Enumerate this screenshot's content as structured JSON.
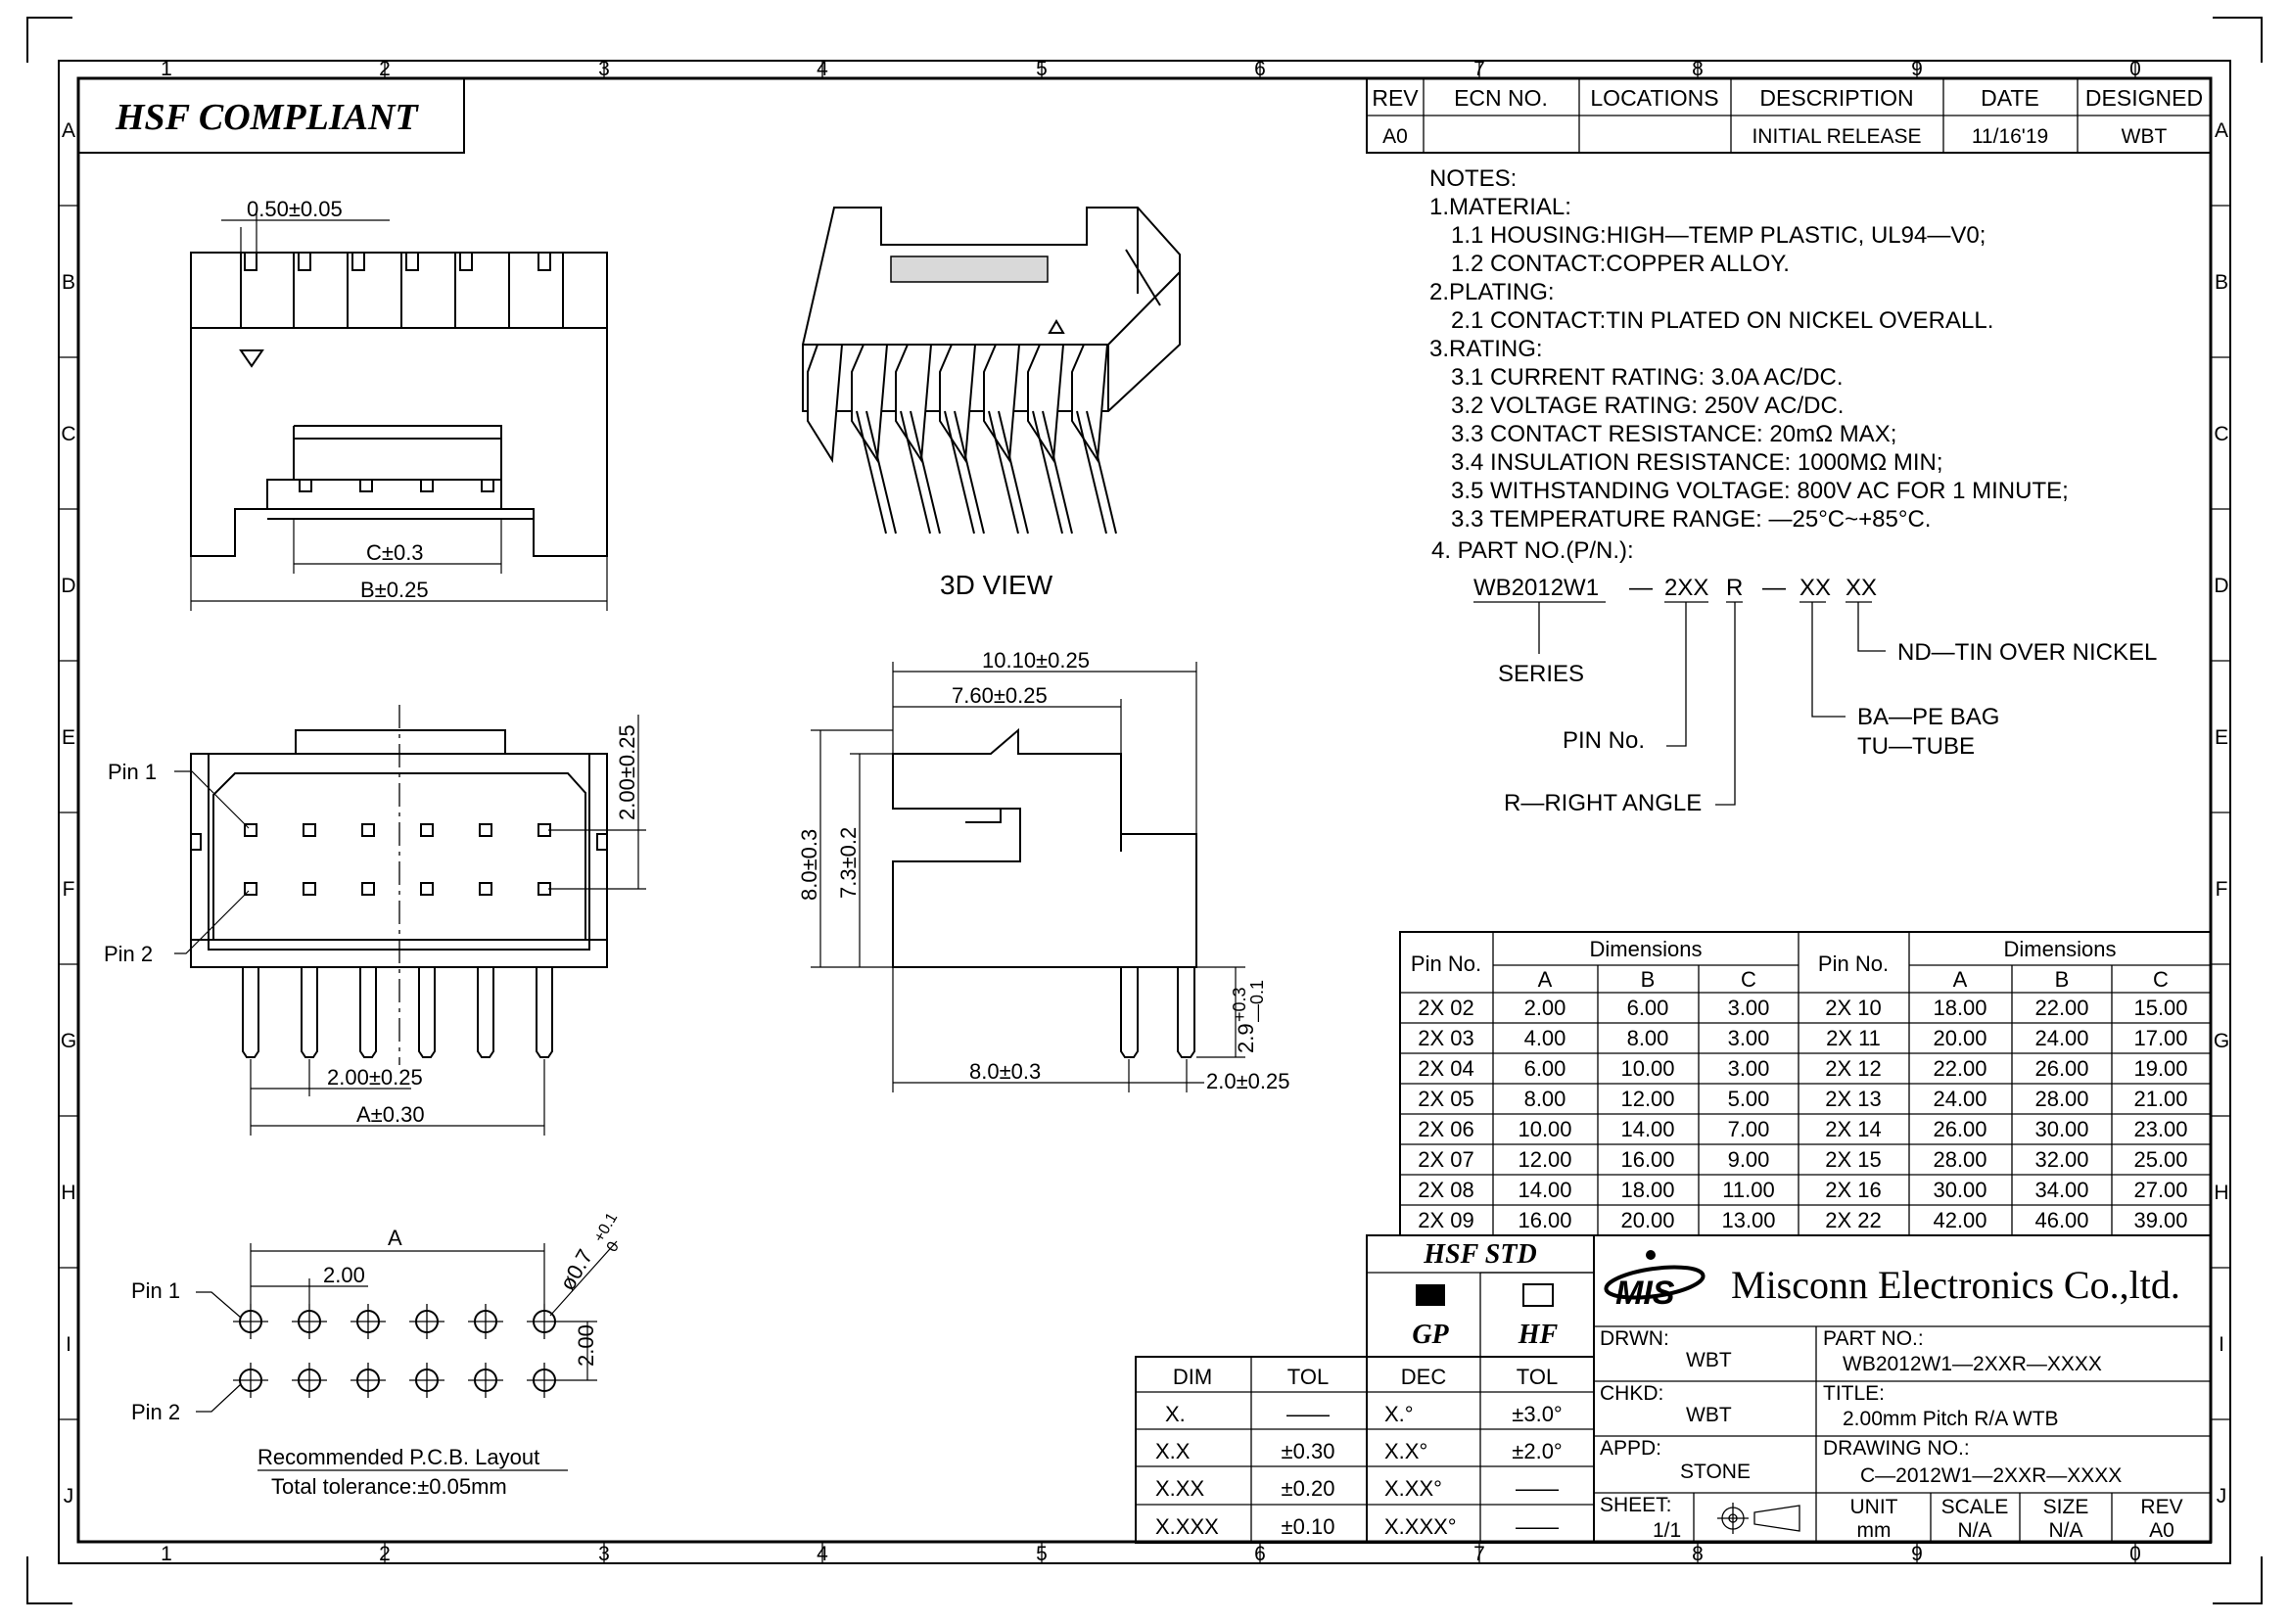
{
  "zone_numbers": [
    "1",
    "2",
    "3",
    "4",
    "5",
    "6",
    "7",
    "8",
    "9",
    "0"
  ],
  "zone_letters": [
    "A",
    "B",
    "C",
    "D",
    "E",
    "F",
    "G",
    "H",
    "I",
    "J"
  ],
  "compliance": "HSF COMPLIANT",
  "revision_table": {
    "headers": [
      "REV",
      "ECN NO.",
      "LOCATIONS",
      "DESCRIPTION",
      "DATE",
      "DESIGNED"
    ],
    "row": [
      "A0",
      "",
      "",
      "INITIAL RELEASE",
      "11/16'19",
      "WBT"
    ]
  },
  "notes": {
    "title": "NOTES:",
    "lines": [
      "1.MATERIAL:",
      "1.1  HOUSING:HIGH—TEMP  PLASTIC,  UL94—V0;",
      "1.2  CONTACT:COPPER  ALLOY.",
      "2.PLATING:",
      "2.1  CONTACT:TIN  PLATED  ON  NICKEL  OVERALL.",
      "3.RATING:",
      "3.1  CURRENT  RATING:  3.0A  AC/DC.",
      "3.2  VOLTAGE  RATING:  250V  AC/DC.",
      "3.3  CONTACT  RESISTANCE:  20mΩ  MAX;",
      "3.4  INSULATION  RESISTANCE:  1000MΩ  MIN;",
      "3.5  WITHSTANDING  VOLTAGE:  800V  AC  FOR  1  MINUTE;",
      "3.3  TEMPERATURE  RANGE:  —25°C~+85°C.",
      "4.  PART  NO.(P/N.):"
    ]
  },
  "part_code": {
    "base": "WB2012W1",
    "dash1": "—",
    "pins": "2XX",
    "angle": "R",
    "dash2": "—",
    "pack": "XX",
    "plating": "XX",
    "series_label": "SERIES",
    "pin_label": "PIN  No.",
    "angle_label": "R—RIGHT  ANGLE",
    "pack_label1": "BA—PE  BAG",
    "pack_label2": "TU—TUBE",
    "plating_label": "ND—TIN  OVER  NICKEL"
  },
  "views": {
    "view3d_label": "3D  VIEW",
    "top_dim_pin": "0.50±0.05",
    "dim_c": "C±0.3",
    "dim_b": "B±0.25",
    "pin1": "Pin  1",
    "pin2": "Pin  2",
    "dim_200_v": "2.00±0.25",
    "dim_200_h": "2.00±0.25",
    "dim_a": "A±0.30",
    "side_w1": "10.10±0.25",
    "side_w2": "7.60±0.25",
    "side_h1": "8.0±0.3",
    "side_h2": "7.3±0.2",
    "side_tail": "2.9",
    "side_tail_tol_hi": "+0.3",
    "side_tail_tol_lo": "—0.1",
    "side_bottom": "8.0±0.3",
    "side_pitch": "2.0±0.25",
    "pcb_a": "A",
    "pcb_pitch": "2.00",
    "pcb_row": "2.00",
    "pcb_hole": "ø0.7",
    "pcb_hole_tol_hi": "+0.1",
    "pcb_hole_tol_lo": "0",
    "pcb_title": "Recommended  P.C.B.  Layout",
    "pcb_tol": "Total  tolerance:±0.05mm"
  },
  "dim_table": {
    "pin_header": "Pin No.",
    "dims_header": "Dimensions",
    "cols": [
      "A",
      "B",
      "C"
    ],
    "left": [
      [
        "2X 02",
        "2.00",
        "6.00",
        "3.00"
      ],
      [
        "2X 03",
        "4.00",
        "8.00",
        "3.00"
      ],
      [
        "2X 04",
        "6.00",
        "10.00",
        "3.00"
      ],
      [
        "2X 05",
        "8.00",
        "12.00",
        "5.00"
      ],
      [
        "2X 06",
        "10.00",
        "14.00",
        "7.00"
      ],
      [
        "2X 07",
        "12.00",
        "16.00",
        "9.00"
      ],
      [
        "2X 08",
        "14.00",
        "18.00",
        "11.00"
      ],
      [
        "2X 09",
        "16.00",
        "20.00",
        "13.00"
      ]
    ],
    "right": [
      [
        "2X 10",
        "18.00",
        "22.00",
        "15.00"
      ],
      [
        "2X 11",
        "20.00",
        "24.00",
        "17.00"
      ],
      [
        "2X 12",
        "22.00",
        "26.00",
        "19.00"
      ],
      [
        "2X 13",
        "24.00",
        "28.00",
        "21.00"
      ],
      [
        "2X 14",
        "26.00",
        "30.00",
        "23.00"
      ],
      [
        "2X 15",
        "28.00",
        "32.00",
        "25.00"
      ],
      [
        "2X 16",
        "30.00",
        "34.00",
        "27.00"
      ],
      [
        "2X 22",
        "42.00",
        "46.00",
        "39.00"
      ]
    ]
  },
  "tol_table": {
    "h1": [
      "DIM",
      "TOL"
    ],
    "h2": [
      "DEC",
      "TOL"
    ],
    "rows": [
      [
        "X.",
        "——",
        "X.°",
        "±3.0°"
      ],
      [
        "X.X",
        "±0.30",
        "X.X°",
        "±2.0°"
      ],
      [
        "X.XX",
        "±0.20",
        "X.XX°",
        "——"
      ],
      [
        "X.XXX",
        "±0.10",
        "X.XXX°",
        "——"
      ]
    ]
  },
  "hsf_std": {
    "title": "HSF  STD",
    "gp": "GP",
    "hf": "HF"
  },
  "title_block": {
    "logo": "MIS",
    "company": "Misconn Electronics Co.,ltd.",
    "drwn_label": "DRWN:",
    "drwn": "WBT",
    "chkd_label": "CHKD:",
    "chkd": "WBT",
    "appd_label": "APPD:",
    "appd": "STONE",
    "sheet_label": "SHEET:",
    "sheet": "1/1",
    "partno_label": "PART  NO.:",
    "partno": "WB2012W1—2XXR—XXXX",
    "title_label": "TITLE:",
    "title": "2.00mm  Pitch  R/A  WTB",
    "drawing_label": "DRAWING  NO.:",
    "drawing": "C—2012W1—2XXR—XXXX",
    "unit_label": "UNIT",
    "unit": "mm",
    "scale_label": "SCALE",
    "scale": "N/A",
    "size_label": "SIZE",
    "size": "N/A",
    "rev_label": "REV",
    "rev": "A0"
  }
}
